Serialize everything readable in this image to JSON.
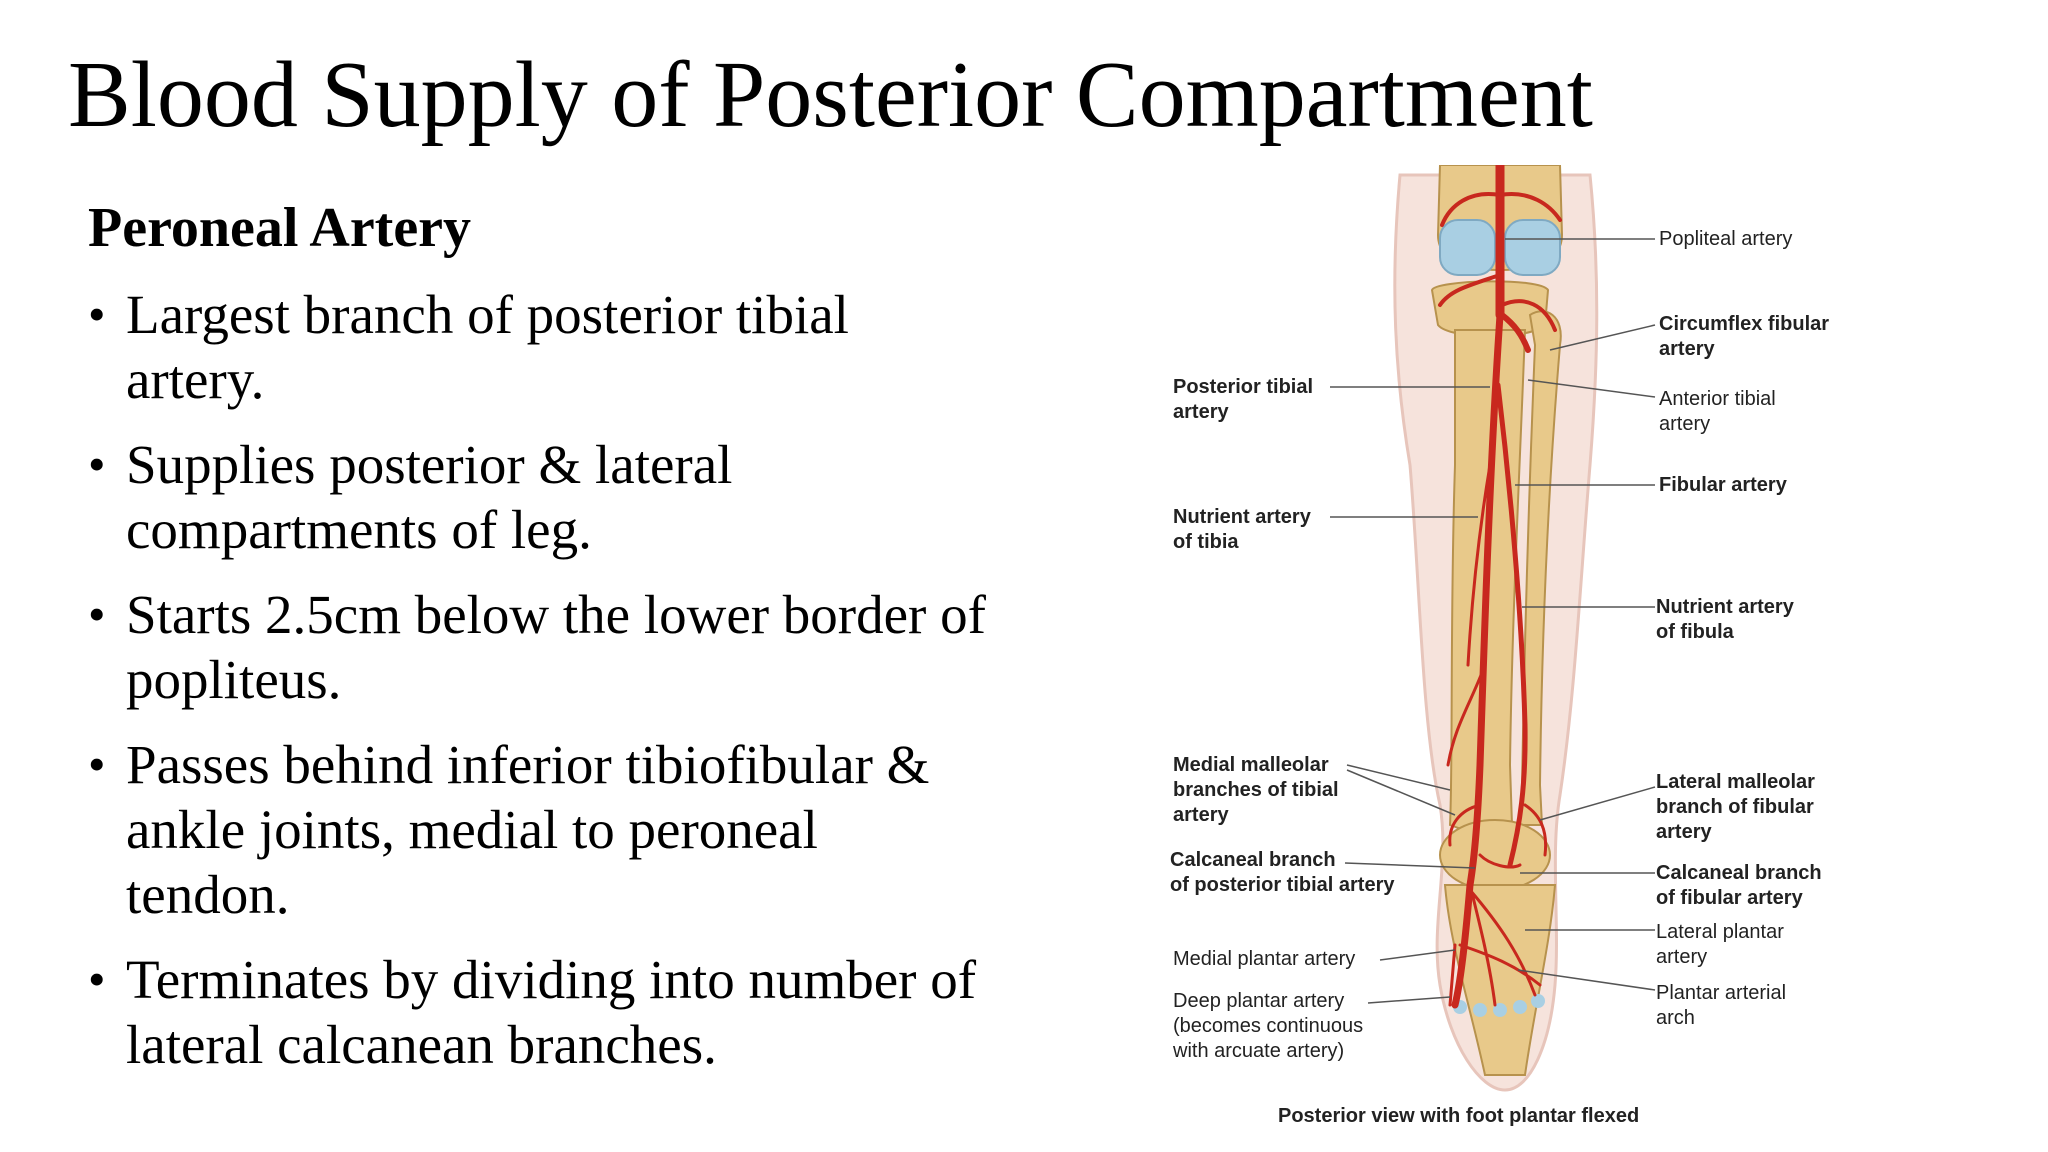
{
  "slide": {
    "title": "Blood Supply of Posterior Compartment",
    "heading": "Peroneal Artery",
    "bullets": [
      "Largest branch of posterior tibial artery.",
      "Supplies posterior & lateral compartments of leg.",
      "Starts 2.5cm below the lower border of popliteus.",
      "Passes behind inferior tibiofibular & ankle joints, medial to peroneal tendon.",
      "Terminates by dividing into number of lateral calcanean branches."
    ],
    "bullet_glyph": "•"
  },
  "figure": {
    "labels": {
      "popliteal": "Popliteal artery",
      "circumflex_fibular": "Circumflex fibular\nartery",
      "posterior_tibial": "Posterior tibial\nartery",
      "anterior_tibial": "Anterior tibial\nartery",
      "fibular": "Fibular artery",
      "nutrient_tibia": "Nutrient artery\nof tibia",
      "nutrient_fibula": "Nutrient artery\nof fibula",
      "medial_malleolar": "Medial malleolar\nbranches of tibial\nartery",
      "lateral_malleolar": "Lateral malleolar\nbranch of fibular\nartery",
      "calcaneal_posterior_tibial": "Calcaneal branch\nof posterior tibial artery",
      "calcaneal_fibular": "Calcaneal branch\nof fibular artery",
      "lateral_plantar": "Lateral plantar\nartery",
      "medial_plantar": "Medial plantar artery",
      "plantar_arch": "Plantar arterial\narch",
      "deep_plantar": "Deep plantar artery\n(becomes continuous\nwith arcuate artery)"
    },
    "caption": "Posterior view with foot plantar flexed",
    "colors": {
      "artery": "#c8281e",
      "bone": "#e8c98a",
      "skin": "#f6e3dc",
      "cartilage": "#a9cfe3"
    }
  }
}
